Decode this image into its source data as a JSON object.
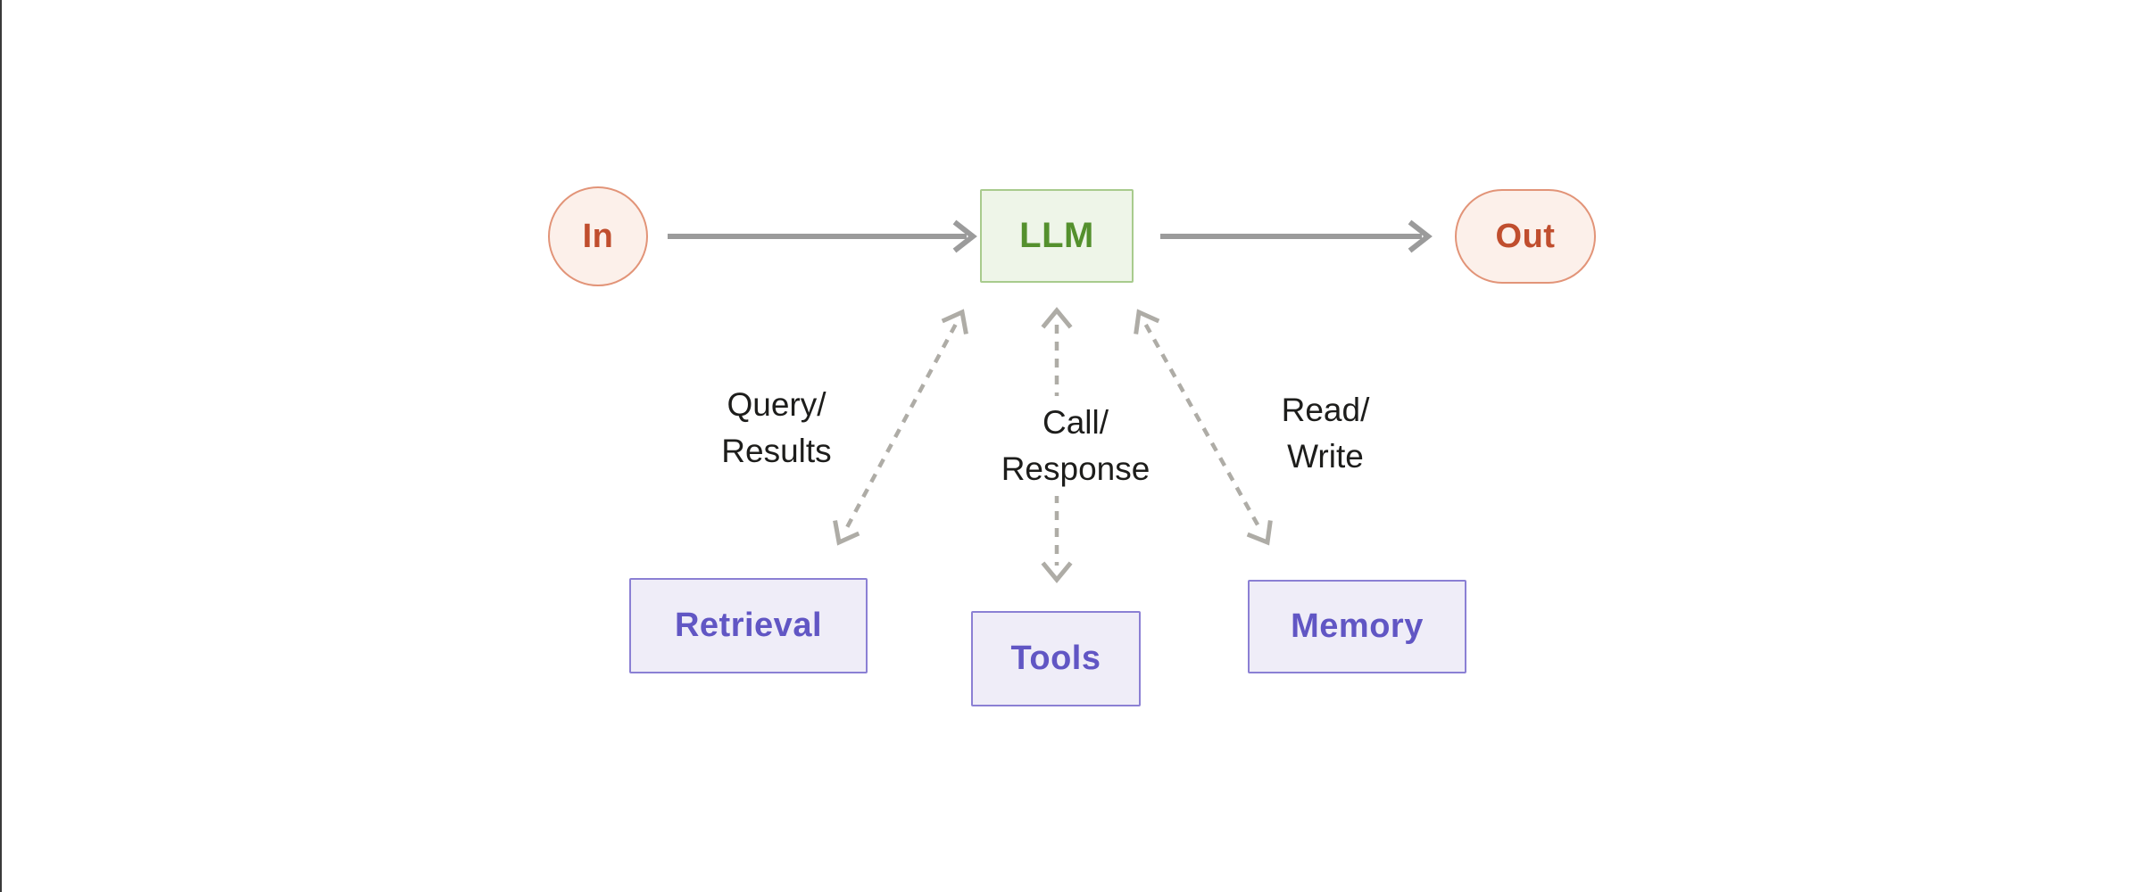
{
  "colors": {
    "page_bg": "#ffffff",
    "edge_line": "#3a3a3a",
    "io_bg": "#fcf0ea",
    "io_border": "#e29478",
    "io_text": "#c04e2e",
    "llm_bg": "#eef5e8",
    "llm_border": "#a8cb8d",
    "llm_text": "#54902d",
    "module_bg": "#efedf8",
    "module_border": "#8b80d4",
    "module_text": "#6156c4",
    "solid_arrow": "#9b9b9b",
    "dashed_arrow": "#aeaca6",
    "edge_label_text": "#1d1d1b"
  },
  "diagram": {
    "nodes": {
      "in": {
        "label": "In"
      },
      "llm": {
        "label": "LLM"
      },
      "out": {
        "label": "Out"
      },
      "retrieval": {
        "label": "Retrieval"
      },
      "tools": {
        "label": "Tools"
      },
      "memory": {
        "label": "Memory"
      }
    },
    "edges": {
      "retrieval_label": "Query/\nResults",
      "tools_label": "Call/\nResponse",
      "memory_label": "Read/\nWrite"
    }
  }
}
